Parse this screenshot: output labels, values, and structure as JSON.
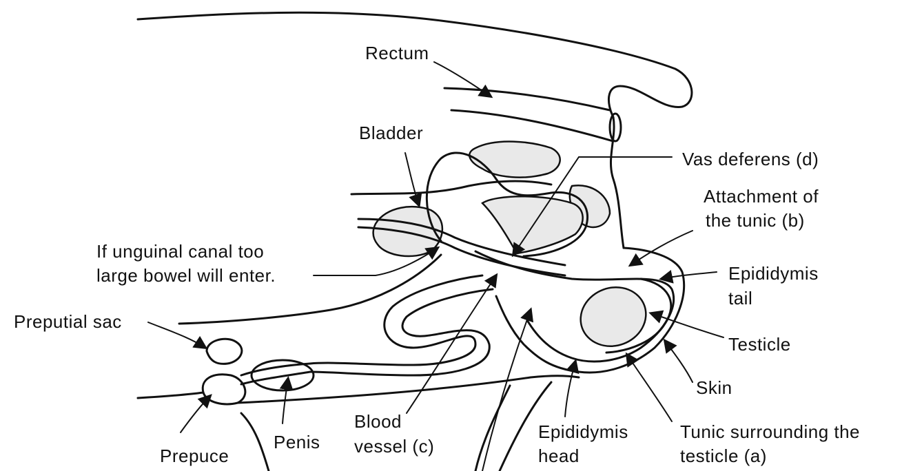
{
  "labels": {
    "rectum": "Rectum",
    "bladder": "Bladder",
    "vas_deferens": "Vas deferens (d)",
    "attachment_line1": "Attachment of",
    "attachment_line2": "the tunic (b)",
    "inguinal_line1": "If unguinal canal too",
    "inguinal_line2": "large bowel will enter.",
    "epididymis_tail_line1": "Epididymis",
    "epididymis_tail_line2": "tail",
    "preputial_sac": "Preputial sac",
    "testicle": "Testicle",
    "skin": "Skin",
    "blood_vessel_line1": "Blood",
    "blood_vessel_line2": "vessel (c)",
    "epididymis_head_line1": "Epididymis",
    "epididymis_head_line2": "head",
    "tunic_line1": "Tunic surrounding the",
    "tunic_line2": "testicle (a)",
    "prepuce": "Prepuce",
    "penis": "Penis"
  }
}
